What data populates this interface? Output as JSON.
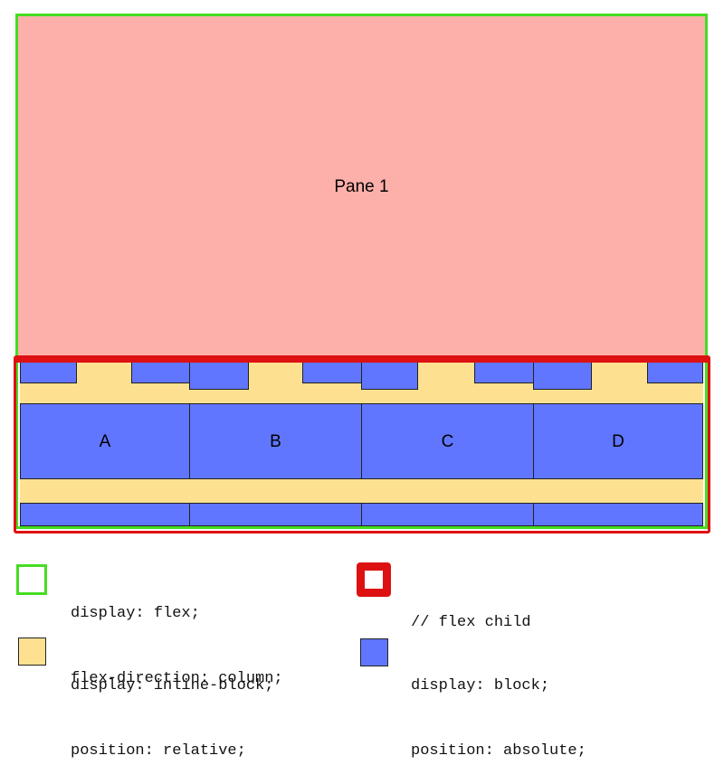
{
  "pane": {
    "label": "Pane 1"
  },
  "cells": [
    {
      "label": "A"
    },
    {
      "label": "B"
    },
    {
      "label": "C"
    },
    {
      "label": "D"
    }
  ],
  "legend": {
    "flex_container": {
      "line1": "display: flex;",
      "line2": "flex-direction: column;"
    },
    "flex_child": {
      "line1": "// flex child"
    },
    "inline_block": {
      "line1": "display: inline-block;",
      "line2": "position: relative;"
    },
    "absolute_block": {
      "line1": "display: block;",
      "line2": "position: absolute;"
    }
  },
  "colors": {
    "flex_container_border": "#44dd22",
    "flex_child_border": "#dd1111",
    "pane_fill": "#fdb0aa",
    "inline_block_fill": "#fee190",
    "absolute_block_fill": "#6076fe"
  }
}
